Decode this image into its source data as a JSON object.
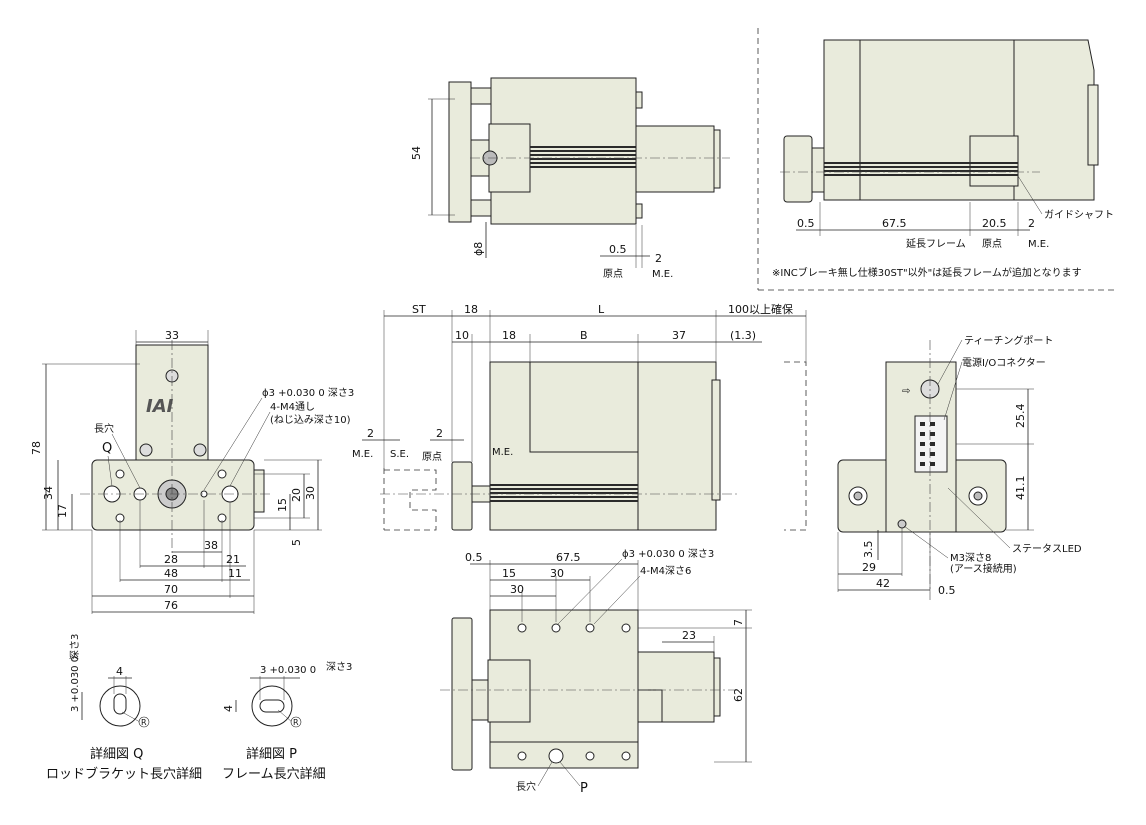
{
  "top_view": {
    "dim_54": "54",
    "dim_phi8": "ϕ8",
    "dim_0_5": "0.5",
    "dim_2": "2",
    "label_origin": "原点",
    "label_me": "M.E."
  },
  "top_right_view": {
    "dim_0_5": "0.5",
    "dim_67_5": "67.5",
    "dim_20_5": "20.5",
    "dim_2": "2",
    "label_guide_shaft": "ガイドシャフト",
    "label_ext_frame": "延長フレーム",
    "label_origin": "原点",
    "label_me": "M.E.",
    "note": "※INCブレーキ無し仕様30ST\"以外\"は延長フレームが追加となります"
  },
  "side_view": {
    "dim_st": "ST",
    "dim_18a": "18",
    "dim_l": "L",
    "dim_100": "100以上確保",
    "dim_10": "10",
    "dim_18b": "18",
    "dim_b": "B",
    "dim_37": "37",
    "dim_1_3": "(1.3)",
    "dim_2a": "2",
    "dim_2b": "2",
    "label_me_left": "M.E.",
    "label_se": "S.E.",
    "label_origin": "原点",
    "label_me_right": "M.E."
  },
  "front_view": {
    "dim_33": "33",
    "dim_78": "78",
    "dim_34": "34",
    "dim_17": "17",
    "dim_20": "20",
    "dim_30": "30",
    "dim_15": "15",
    "dim_5": "5",
    "dim_38": "38",
    "dim_28": "28",
    "dim_21": "21",
    "dim_48": "48",
    "dim_11": "11",
    "dim_70": "70",
    "dim_76": "76",
    "label_slot": "長穴",
    "label_q": "Q",
    "hole_note_1": "ϕ3 +0.030 0 深さ3",
    "hole_note_2": "4-M4通し",
    "hole_note_3": "(ねじ込み深さ10)",
    "logo": "IAI"
  },
  "right_end_view": {
    "label_teaching_port": "ティーチングポート",
    "label_power_io": "電源I/Oコネクター",
    "label_status_led": "ステータスLED",
    "label_m3": "M3深さ8",
    "label_m3_sub": "(アース接続用)",
    "dim_25_4": "25.4",
    "dim_41_1": "41.1",
    "dim_3_5": "3.5",
    "dim_29": "29",
    "dim_42": "42",
    "dim_0_5": "0.5"
  },
  "bottom_view": {
    "dim_0_5": "0.5",
    "dim_67_5": "67.5",
    "dim_15": "15",
    "dim_30a": "30",
    "dim_30b": "30",
    "dim_23": "23",
    "dim_7": "7",
    "dim_62": "62",
    "hole_note_1": "ϕ3 +0.030 0 深さ3",
    "hole_note_2": "4-M4深さ6",
    "label_slot": "長穴",
    "label_p": "P"
  },
  "detail_q": {
    "dim_4": "4",
    "dim_3": "3 +0.030 0",
    "depth": "深さ3",
    "r": "R",
    "title": "詳細図 Q",
    "subtitle": "ロッドブラケット長穴詳細"
  },
  "detail_p": {
    "dim_3": "3 +0.030 0",
    "depth": "深さ3",
    "dim_4": "4",
    "r": "R",
    "title": "詳細図 P",
    "subtitle": "フレーム長穴詳細"
  }
}
